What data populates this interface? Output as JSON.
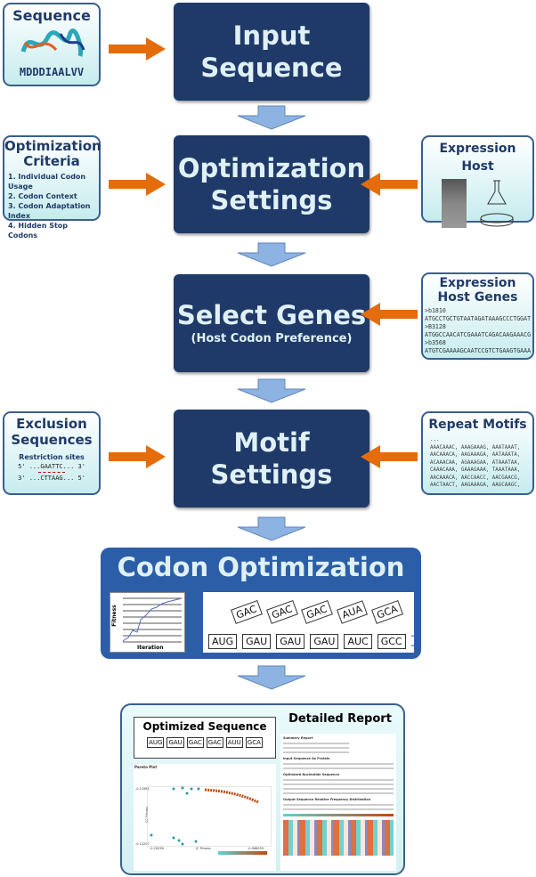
{
  "input": {
    "title_1": "Input",
    "title_2": "Sequence"
  },
  "sequence_box": {
    "title": "Sequence",
    "protein": "MDDDIAALVV"
  },
  "optimization_settings": {
    "title_1": "Optimization",
    "title_2": "Settings"
  },
  "criteria_box": {
    "title_1": "Optimization",
    "title_2": "Criteria",
    "items": [
      "1. Individual Codon Usage",
      "2. Codon Context",
      "3. Codon Adaptation Index",
      "4. Hidden Stop Codons"
    ]
  },
  "host_box": {
    "title": "Expression Host"
  },
  "select_genes": {
    "title": "Select Genes",
    "subtitle": "(Host Codon Preference)"
  },
  "host_genes_box": {
    "title_1": "Expression",
    "title_2": "Host Genes",
    "lines": [
      ">b1810",
      "ATGCCTGCTGTAATAGATAAAGCCCTGGAT",
      ">B3128",
      "ATGGCCAACATCGAAATCAGACAAGAAACG",
      ">b3568",
      "ATGTCGAAAAGCAATCCGTCTGAAGTGAAA"
    ]
  },
  "motif_settings": {
    "title": "Motif Settings"
  },
  "exclusion_box": {
    "title_1": "Exclusion",
    "title_2": "Sequences",
    "subtitle": "Restriction sites",
    "strand_top": "5' ...GAATTC... 3'",
    "strand_bottom": "3' ...CTTAAG... 5'"
  },
  "repeat_box": {
    "title": "Repeat Motifs",
    "lines": [
      "...",
      "AAACAAAC, AAAGAAAG, AAATAAAT,",
      "AACAAACA, AAGAAAGA, AATAAATA,",
      "ACAAACAA, AGAAAGAA, ATAAATAA,",
      "CAAACAAA, GAAAGAAA, TAAATAAA,",
      "AACAAACA, AACCAACC, AACGAACG,",
      "AACTAACT, AAGAAAGA, AAGCAAGC,",
      "..."
    ]
  },
  "codon_optimization": {
    "title": "Codon Optimization",
    "chart_ylabel": "Fitness",
    "chart_xlabel": "Iteration",
    "replacements": [
      "GAC",
      "GAC",
      "GAC",
      "AUA",
      "GCA"
    ],
    "codons": [
      "AUG",
      "GAU",
      "GAU",
      "GAU",
      "AUC",
      "GCC"
    ]
  },
  "report": {
    "optimized_title": "Optimized Sequence",
    "optimized_codons": [
      "AUG",
      "GAU",
      "GAC",
      "GAC",
      "AUU",
      "GCA"
    ],
    "detailed_title": "Detailed Report",
    "pareto_title": "Pareto Plot",
    "pareto_y_top": "-0.11981",
    "pareto_y_bottom": "-0.12207",
    "pareto_x_left": "-0.20036",
    "pareto_x_right": "-0.066059",
    "pareto_xlabel": "IC Fitness",
    "pareto_ylabel": "CC Fitness",
    "report_sections": [
      "Summary Report",
      "Input Sequence As Protein",
      "Optimized Nucleotide Sequence",
      "Output Sequence Relative Frequency Distribution"
    ]
  },
  "colors": {
    "main_box": "#1f3a68",
    "orange_arrow": "#e46c0a",
    "blue_arrow": "#8db3e2",
    "codon_box": "#2c5ea8"
  }
}
